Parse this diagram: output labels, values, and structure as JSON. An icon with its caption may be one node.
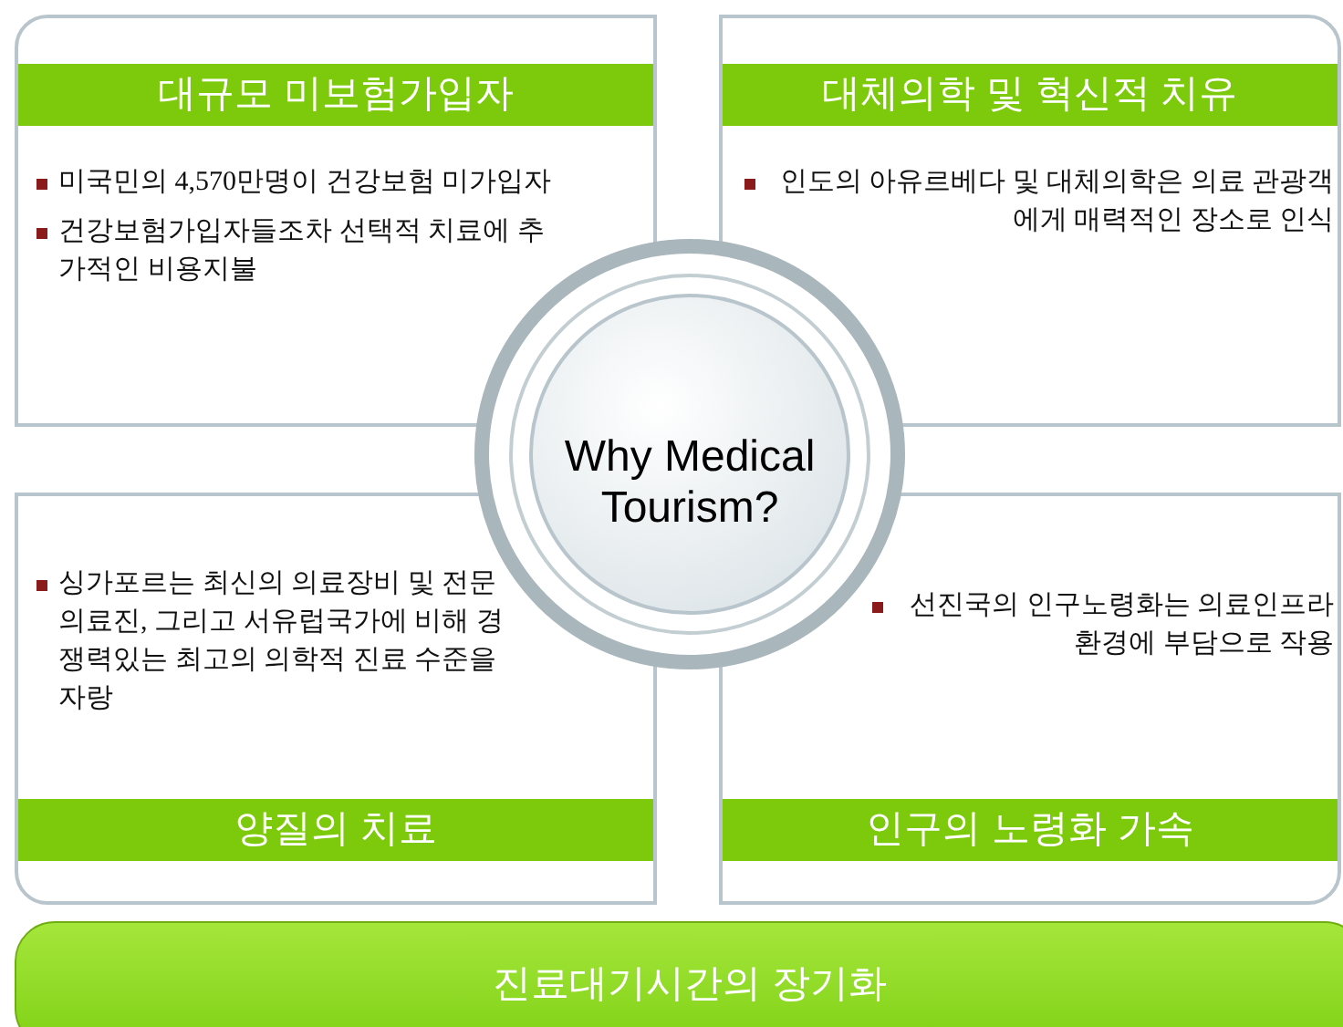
{
  "diagram": {
    "nodes": [
      {
        "text": [
          "대규모 미보험가입자",
          "미국민의 4,570만명이 건강보험 미가입자",
          "건강보험가입자들조차 선택적 치료에 추가적인 비용지불"
        ]
      },
      {
        "text": [
          "대체의학 및 혁신적 치유",
          "인도의 아유르베다 및 대체의학은 의료 관광객에게 매력적인 장소로 인식"
        ]
      },
      {
        "text": [
          "Why Medical Tourism?"
        ]
      },
      {
        "text": [
          "싱가포르는 최신의 의료장비 및 전문 의료진, 그리고 서유럽국가에 비해 경쟁력있는 최고의 의학적 진료 수준을 자랑",
          "양질의 치료"
        ]
      },
      {
        "text": [
          "선진국의 인구노령화는 의료인프라 환경에 부담으로 작용",
          "인구의 노령화 가속"
        ]
      },
      {
        "text": [
          "진료대기시간의 장기화"
        ]
      }
    ]
  }
}
